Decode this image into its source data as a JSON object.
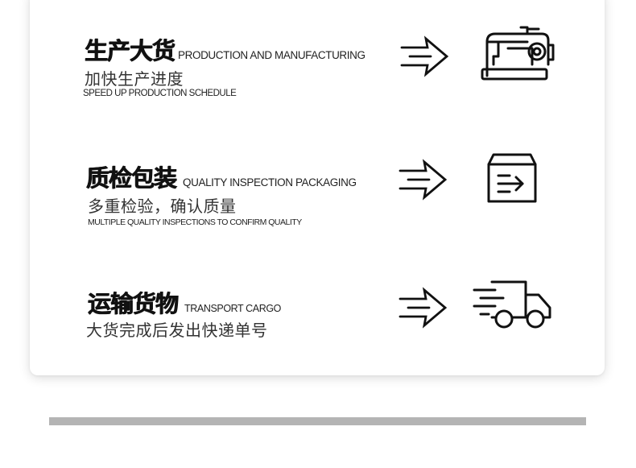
{
  "steps": [
    {
      "title_zh": "生产大货",
      "title_en": "PRODUCTION AND MANUFACTURING",
      "subtitle_zh": "加快生产进度",
      "subtitle_en": "SPEED UP PRODUCTION SCHEDULE",
      "icon": "sewing-machine-icon"
    },
    {
      "title_zh": "质检包装",
      "title_en": "QUALITY INSPECTION PACKAGING",
      "subtitle_zh": "多重检验，确认质量",
      "subtitle_en": "MULTIPLE QUALITY INSPECTIONS TO CONFIRM QUALITY",
      "icon": "package-box-icon"
    },
    {
      "title_zh": "运输货物",
      "title_en": "TRANSPORT CARGO",
      "subtitle_zh": "大货完成后发出快递单号",
      "icon": "delivery-truck-icon"
    }
  ],
  "colors": {
    "text": "#111111",
    "divider_bar": "#b4b4b4",
    "card": "#ffffff"
  }
}
